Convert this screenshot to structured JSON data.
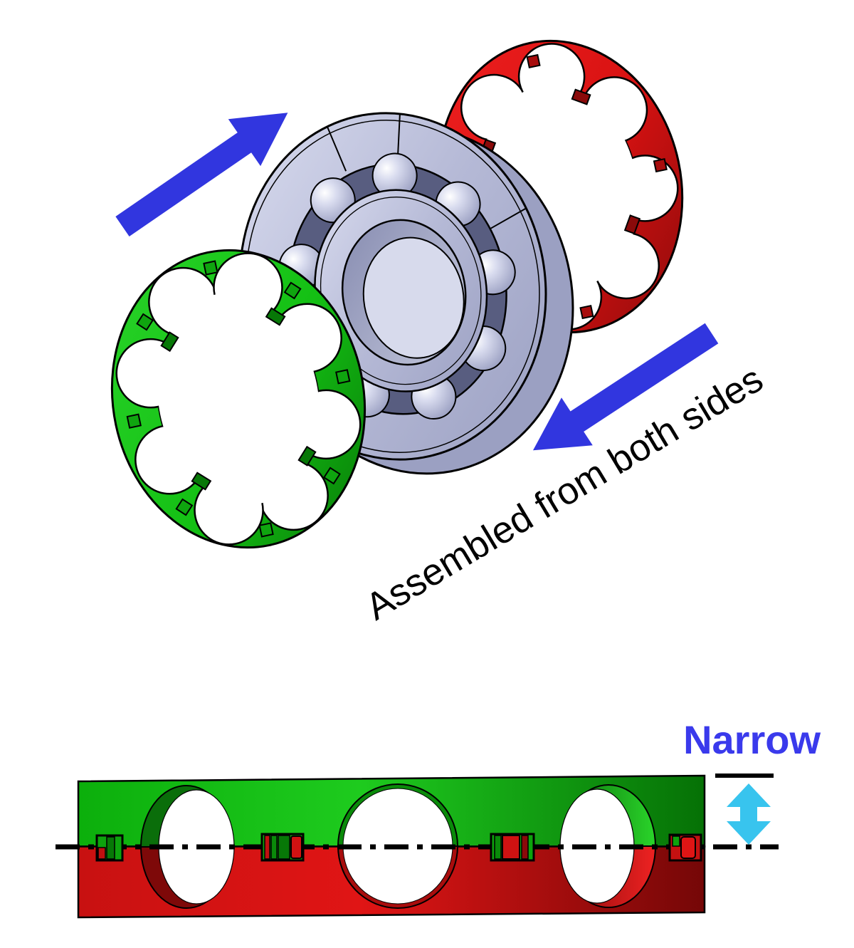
{
  "annotations": {
    "assembled_label": "Assembled from both sides",
    "narrow_label": "Narrow"
  },
  "colors": {
    "background": "#ffffff",
    "outline_black": "#000000",
    "text_black": "#000000",
    "arrow_blue": "#3136df",
    "narrow_blue": "#3a3aec",
    "dimension_cyan": "#38c4ee",
    "cage_green": "#14c014",
    "cage_green_bright": "#2ad42a",
    "cage_green_dark": "#077807",
    "cage_red": "#d81212",
    "cage_red_bright": "#ef2020",
    "cage_red_dark": "#8a0a0a",
    "bearing_gray": "#b5b9d6",
    "bearing_gray_light": "#d9dcef",
    "bearing_gray_dark": "#9ba0c2"
  },
  "exploded_view": {
    "parts": [
      {
        "id": "green-cage-half",
        "label": "Green snap-cage half with 8 ball pockets",
        "color_key": "cage_green"
      },
      {
        "id": "bearing",
        "label": "Ball bearing: outer ring, balls, inner ring",
        "color_key": "bearing_gray"
      },
      {
        "id": "red-cage-half",
        "label": "Red snap-cage half with 8 ball pockets",
        "color_key": "cage_red"
      }
    ],
    "assembly_arrows": [
      {
        "id": "assembly-arrow-upper",
        "points_toward": "bearing, from lower-left toward upper-right"
      },
      {
        "id": "assembly-arrow-lower",
        "points_toward": "bearing, from upper-right toward lower-left"
      }
    ]
  },
  "cross_section_view": {
    "top_half_color_key": "cage_green",
    "bottom_half_color_key": "cage_red",
    "ball_pockets": 3,
    "snap_clips": 4,
    "centerline_style": "dash-dot",
    "dimension": {
      "label_key": "narrow_label",
      "arrow": "vertical double-headed cyan arrow"
    }
  }
}
